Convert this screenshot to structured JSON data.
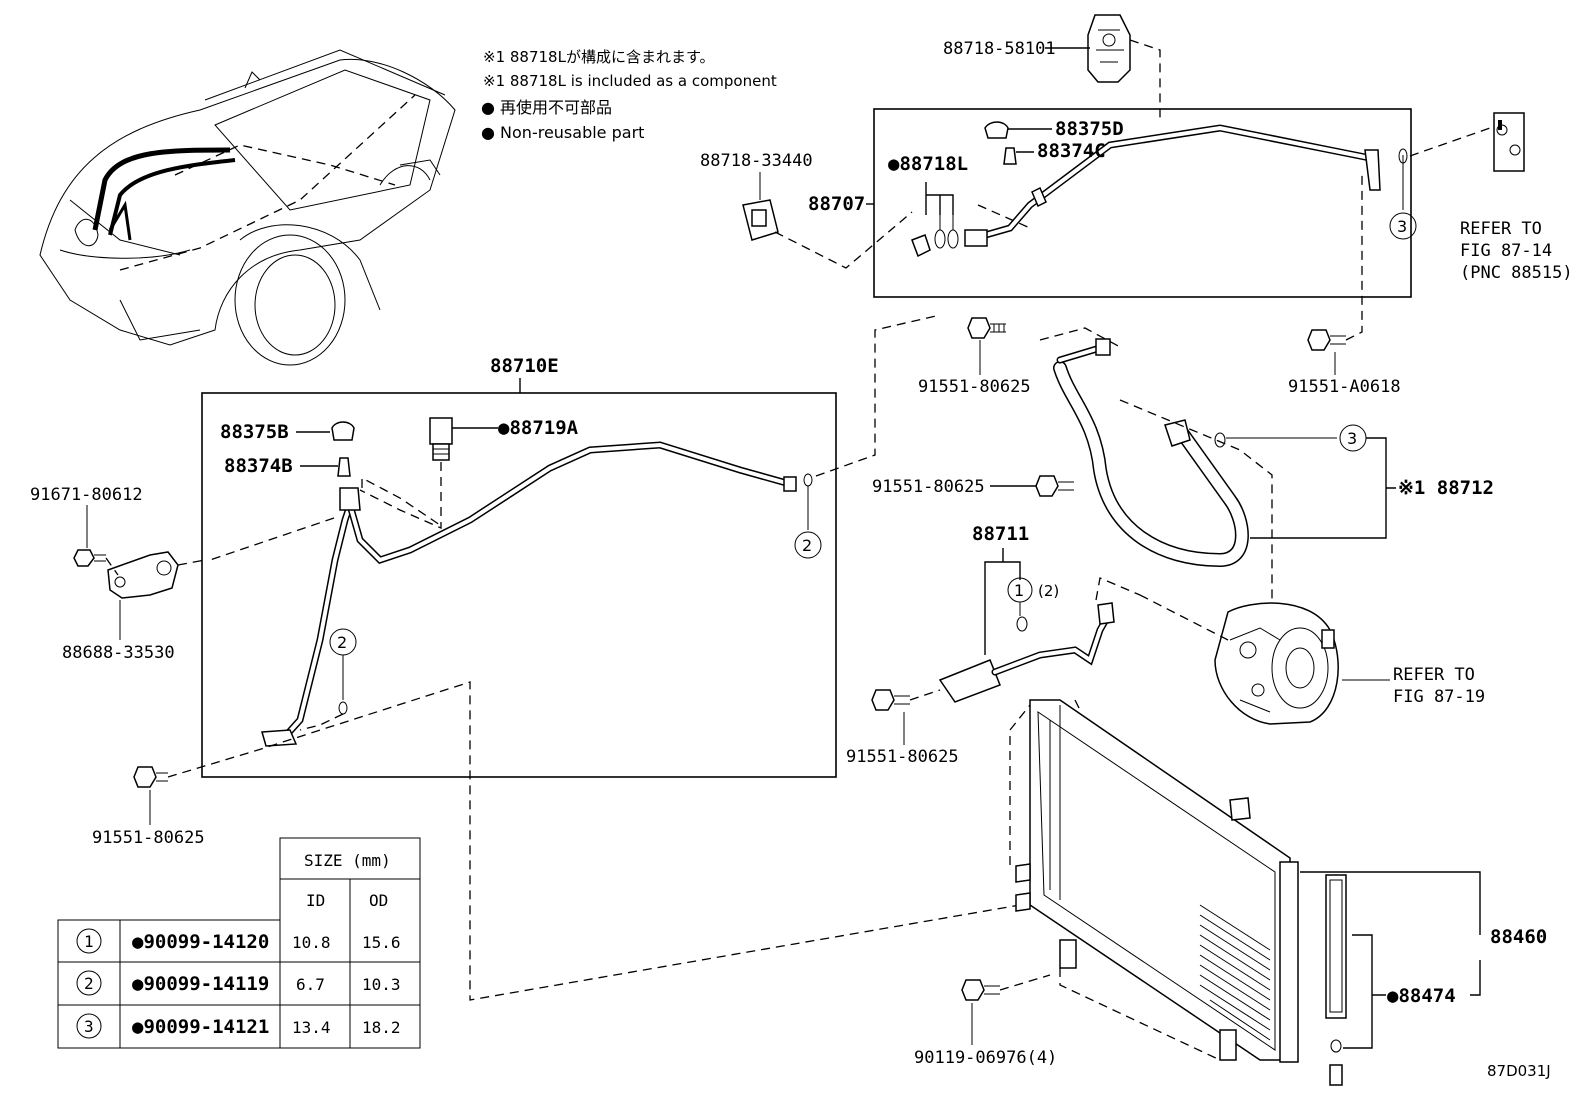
{
  "notes": {
    "component_jp": "※1 88718Lが構成に含まれます。",
    "component_en": "※1 88718L is included as a component",
    "nonreuse_jp": "● 再使用不可部品",
    "nonreuse_en": "● Non-reusable part"
  },
  "labels": {
    "p88718_58101": "88718-58101",
    "p88718_33440": "88718-33440",
    "p88707": "88707",
    "p88375D": "88375D",
    "p88374C": "88374C",
    "p88718L": "●88718L",
    "refer_87_14_a": "REFER TO",
    "refer_87_14_b": "FIG 87-14",
    "refer_87_14_c": "(PNC 88515)",
    "p88710E": "88710E",
    "p88375B": "88375B",
    "p88374B": "88374B",
    "p88719A": "●88719A",
    "p91671_80612": "91671-80612",
    "p88688_33530": "88688-33530",
    "p91551_80625_a": "91551-80625",
    "p91551_80625_b": "91551-80625",
    "p91551_80625_c": "91551-80625",
    "p91551_80625_d": "91551-80625",
    "p91551_A0618": "91551-A0618",
    "p88712": "※1 88712",
    "p88711": "88711",
    "p88711_sub": "(2)",
    "refer_87_19_a": "REFER TO",
    "refer_87_19_b": "FIG 87-19",
    "p88460": "88460",
    "p88474": "●88474",
    "p90119_06976": "90119-06976(4)",
    "fig_code": "87D031J",
    "c1": "1",
    "c2": "2",
    "c3": "3"
  },
  "size_table": {
    "header_size": "SIZE (mm)",
    "header_id": "ID",
    "header_od": "OD",
    "rows": [
      {
        "no": "1",
        "part": "●90099-14120",
        "id": "10.8",
        "od": "15.6"
      },
      {
        "no": "2",
        "part": "●90099-14119",
        "id": "6.7",
        "od": "10.3"
      },
      {
        "no": "3",
        "part": "●90099-14121",
        "id": "13.4",
        "od": "18.2"
      }
    ]
  }
}
